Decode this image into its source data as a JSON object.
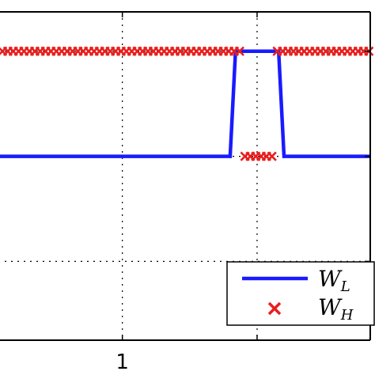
{
  "chart_data": {
    "type": "line",
    "title": "",
    "xlabel": "",
    "ylabel": "",
    "xlim": [
      0.54,
      1.92
    ],
    "ylim": [
      -0.1,
      1.15
    ],
    "x_ticks": [
      1
    ],
    "x_tick_labels": [
      "1"
    ],
    "x_grid_at": [
      1,
      1.5
    ],
    "y_grid_at": [
      0.2,
      0.6,
      1.0
    ],
    "grid": true,
    "legend": {
      "placement": "bottom-right",
      "entries": [
        {
          "main": "W",
          "sub": "L"
        },
        {
          "main": "W",
          "sub": "H"
        }
      ]
    },
    "series": [
      {
        "name": "W_L",
        "style": "solid-line",
        "color": "#1a1aff",
        "points": [
          [
            0.54,
            0.6
          ],
          [
            1.4,
            0.6
          ],
          [
            1.42,
            1.0
          ],
          [
            1.58,
            1.0
          ],
          [
            1.6,
            0.6
          ],
          [
            1.92,
            0.6
          ]
        ]
      },
      {
        "name": "W_H",
        "style": "x-markers",
        "color": "#e81e1e",
        "x_start": 0.555,
        "x_step": 0.02,
        "x_end": 1.92,
        "high_value": 1.0,
        "low_value": 0.6,
        "low_range": [
          1.44,
          1.56
        ]
      }
    ]
  }
}
